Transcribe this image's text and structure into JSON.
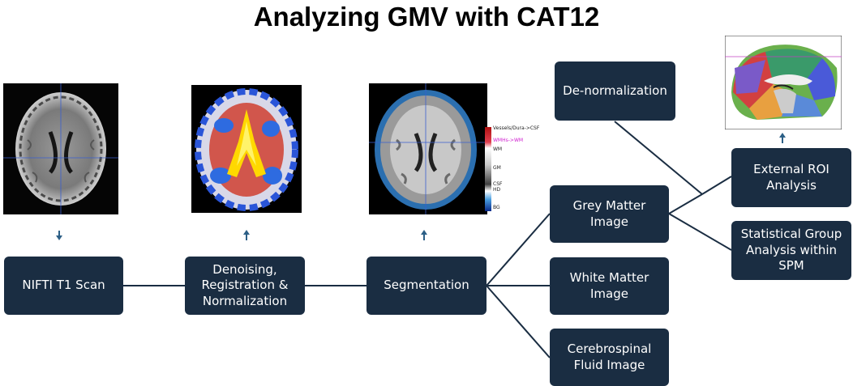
{
  "title": "Analyzing GMV with CAT12",
  "boxes": {
    "nifti": "NIFTI T1 Scan",
    "denoise": "Denoising,\nRegistration &\nNormalization",
    "segmentation": "Segmentation",
    "grey": "Grey Matter Image",
    "white": "White Matter\nImage",
    "csf": "Cerebrospinal\nFluid Image",
    "denorm": "De-normalization",
    "external": "External ROI\nAnalysis",
    "statistical": "Statistical Group\nAnalysis within\nSPM"
  },
  "colorbar": {
    "labels": [
      "Vessels/Dura->CSF",
      "WMHs->WM",
      "WM",
      "GM",
      "CSF",
      "HD",
      "BG"
    ]
  },
  "colors": {
    "box": "#1a2d42",
    "arrow": "#2c5f86",
    "line": "#1a2d42"
  }
}
